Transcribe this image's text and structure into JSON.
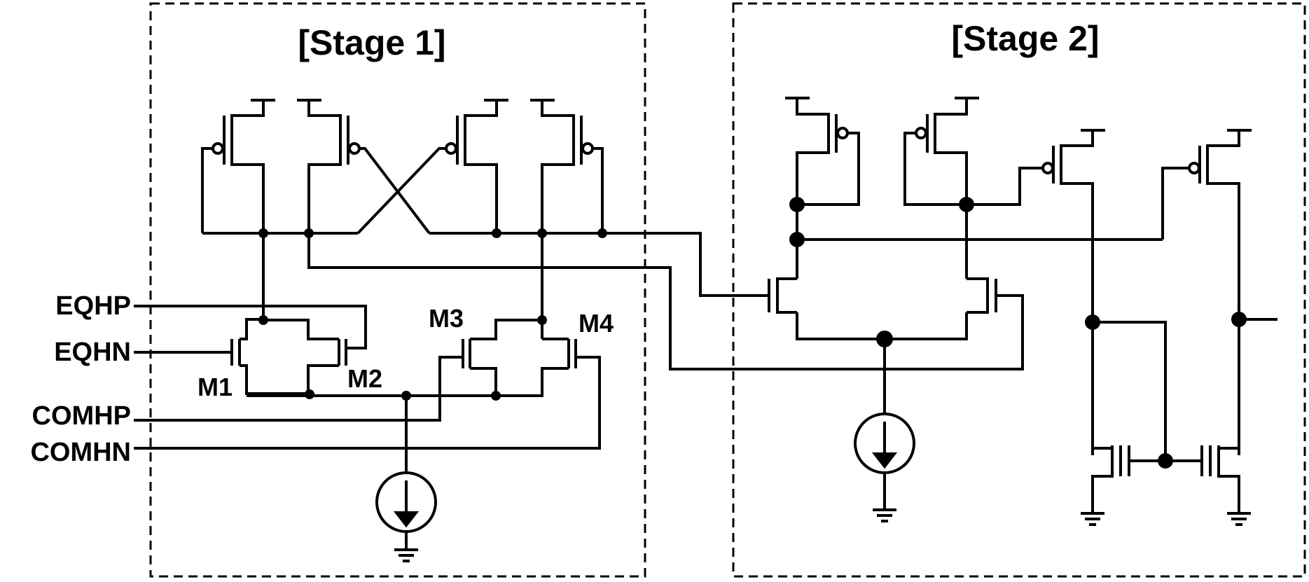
{
  "stages": [
    {
      "title": "[Stage 1]"
    },
    {
      "title": "[Stage 2]"
    }
  ],
  "inputs": [
    "EQHP",
    "EQHN",
    "COMHP",
    "COMHN"
  ],
  "transistor_labels": [
    "M1",
    "M2",
    "M3",
    "M4"
  ]
}
